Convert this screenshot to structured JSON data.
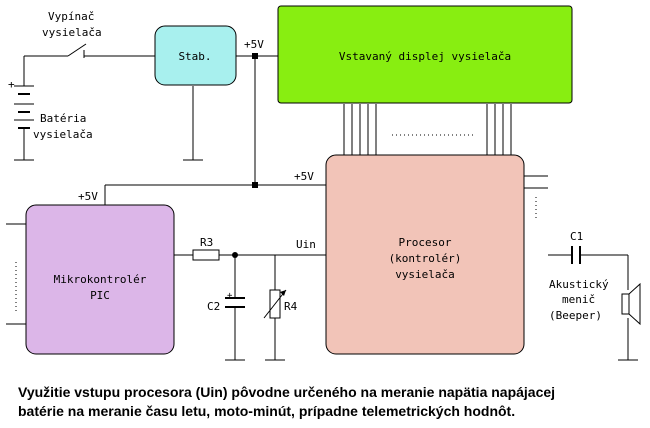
{
  "labels": {
    "switch_line1": "Vypínač",
    "switch_line2": "vysielača",
    "battery_line1": "Batéria",
    "battery_line2": "vysielača",
    "stab": "Stab.",
    "v5_top": "+5V",
    "v5_mid": "+5V",
    "v5_left": "+5V",
    "display": "Vstavaný displej vysielača",
    "cpu_line1": "Procesor",
    "cpu_line2": "(kontrolér)",
    "cpu_line3": "vysielača",
    "mcu_line1": "Mikrokontrolér",
    "mcu_line2": "PIC",
    "r3": "R3",
    "r4": "R4",
    "c2": "C2",
    "uin": "Uin",
    "c1": "C1",
    "beeper_line1": "Akustický",
    "beeper_line2": "menič",
    "beeper_line3": "(Beeper)",
    "plus_sign": "+"
  },
  "caption": {
    "line1": "Využitie vstupu procesora (Uin) pôvodne určeného na meranie napätia napájacej",
    "line2": "batérie na meranie času letu, moto-minút, prípadne telemetrických hodnôt."
  },
  "colors": {
    "stab": "#a8f0ee",
    "display": "#88ee11",
    "cpu": "#f2c4b8",
    "mcu": "#dcb6e8",
    "wire": "#000000"
  }
}
